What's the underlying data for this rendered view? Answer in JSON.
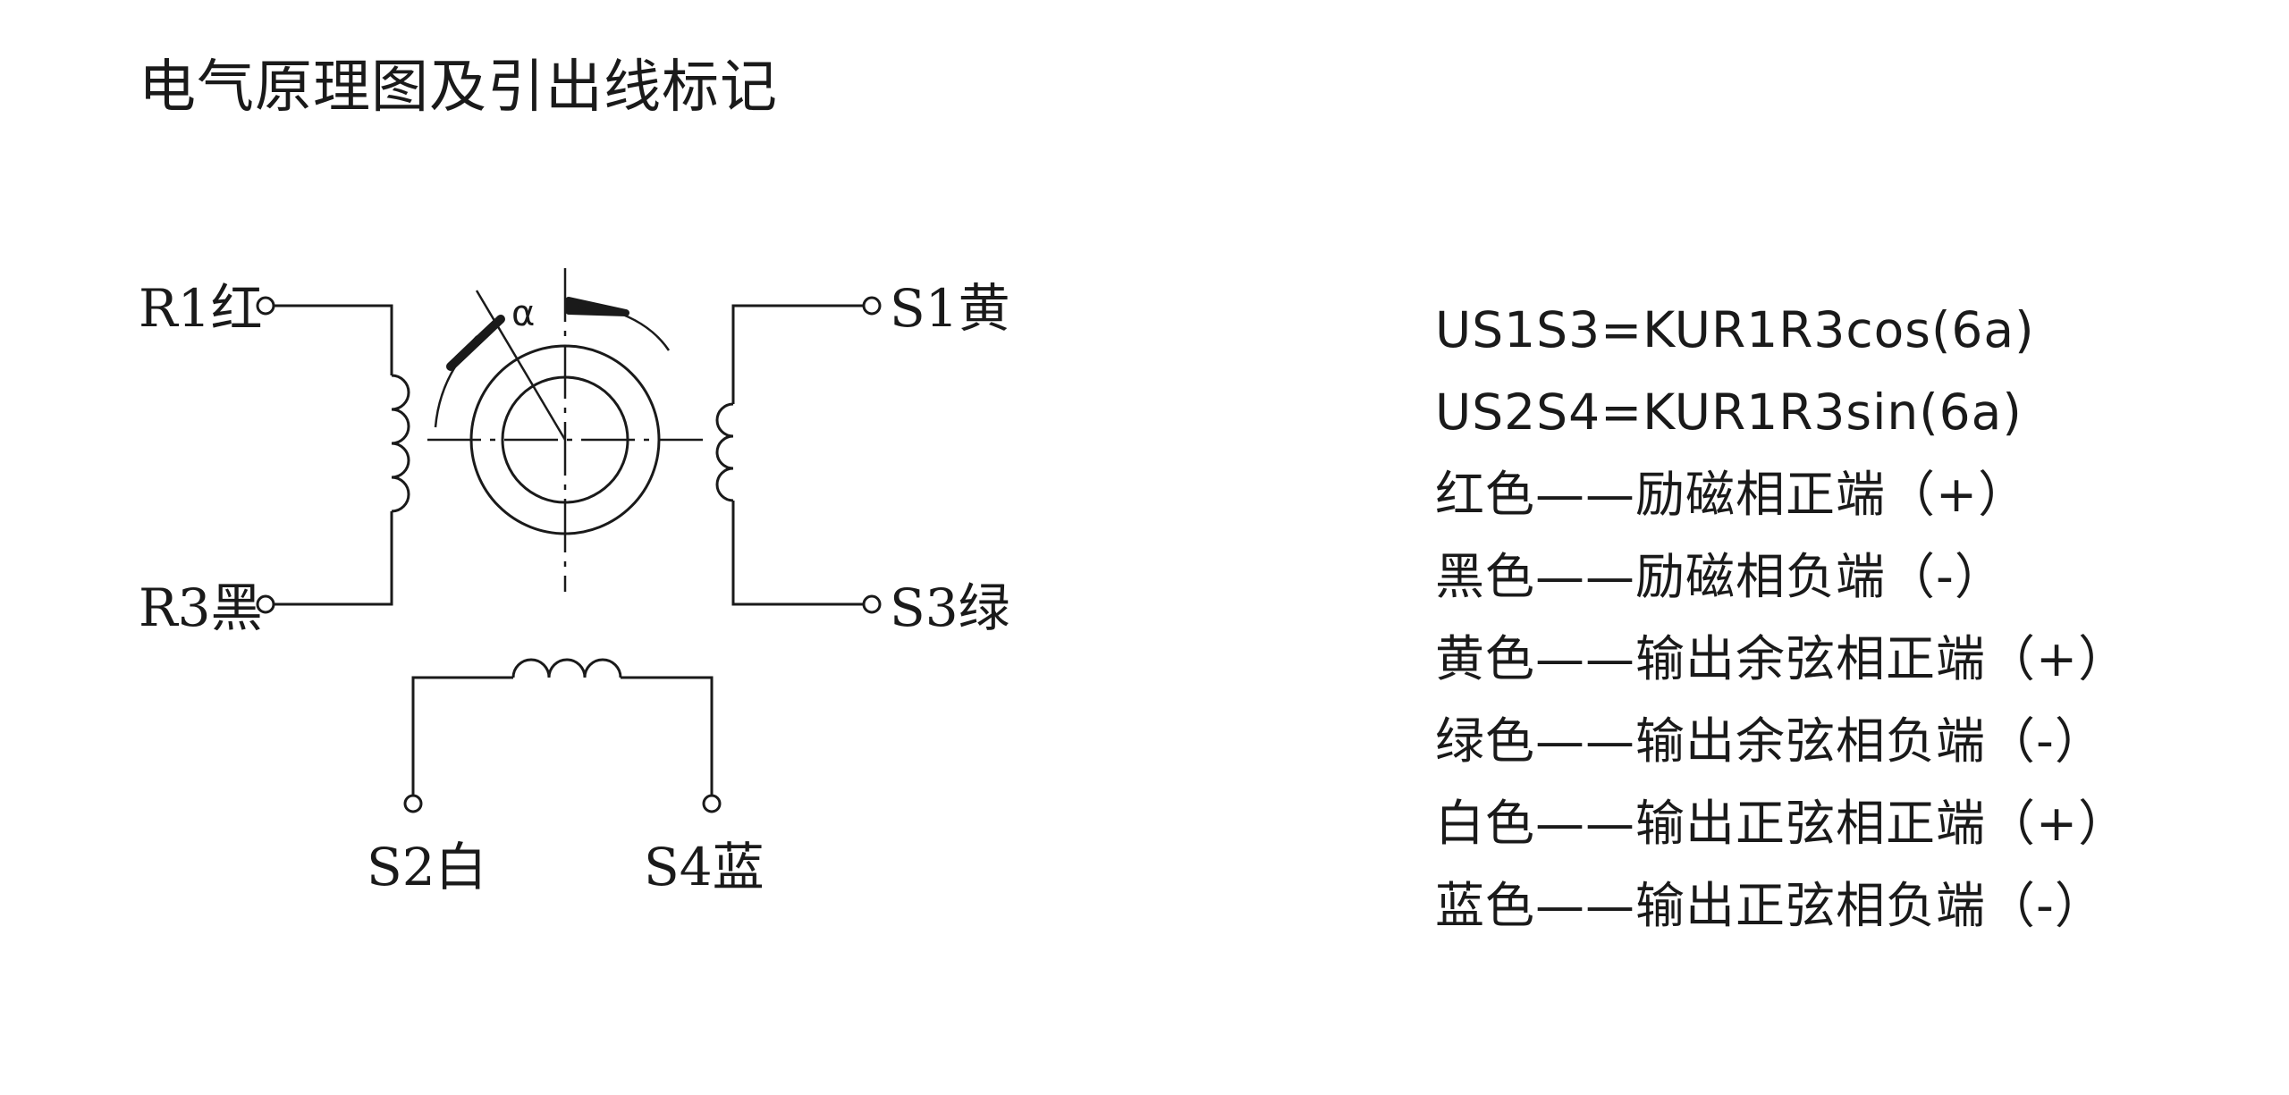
{
  "title": "电气原理图及引出线标记",
  "schematic": {
    "angle_symbol": "α",
    "terminals": {
      "r1": "R1红",
      "r3": "R3黑",
      "s1": "S1黄",
      "s3": "S3绿",
      "s2": "S2白",
      "s4": "S4蓝"
    }
  },
  "formulas": [
    "US1S3=KUR1R3cos(6a)",
    "US2S4=KUR1R3sin(6a)"
  ],
  "legend": [
    "红色——励磁相正端（+）",
    "黑色——励磁相负端（-）",
    "黄色——输出余弦相正端（+）",
    "绿色——输出余弦相负端（-）",
    "白色——输出正弦相正端（+）",
    "蓝色——输出正弦相负端（-）"
  ]
}
